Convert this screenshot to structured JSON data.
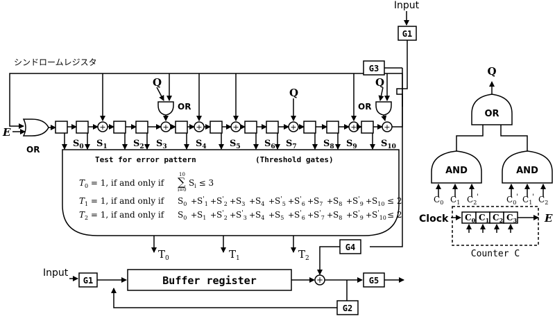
{
  "labels": {
    "input_top": "Input",
    "input_left": "Input",
    "g1": "G1",
    "g2": "G2",
    "g3": "G3",
    "g4": "G4",
    "g5": "G5",
    "syndrome_register": "シンドロームレジスタ",
    "e_in": "E",
    "or": "OR",
    "and": "AND",
    "q": "Q",
    "test_title": "Test for error pattern",
    "threshold": "(Threshold gates)",
    "buffer": "Buffer register",
    "clock": "Clock",
    "e_out": "E",
    "counter": "Counter C",
    "plus": "+"
  },
  "syndrome_taps": [
    "S",
    "S",
    "S",
    "S",
    "S",
    "S",
    "S",
    "S",
    "S",
    "S",
    "S"
  ],
  "syndrome_subscripts": [
    "0",
    "1",
    "2",
    "3",
    "4",
    "5",
    "6",
    "7",
    "8",
    "9",
    "10"
  ],
  "conditions": {
    "t0": {
      "lhs": "T",
      "sub": "0",
      "eq": " = 1, if and only if ",
      "sum_top": "10",
      "sum_bot": "i=0",
      "term": "S",
      "term_sub": "i",
      "rhs": " ≤ 3"
    },
    "t1": {
      "lhs": "T",
      "sub": "1",
      "eq": " = 1, if and only if ",
      "rhs": " ≤ 2",
      "terms": [
        {
          "s": "S",
          "p": "",
          "i": "0"
        },
        {
          "s": "S",
          "p": "'",
          "i": "1"
        },
        {
          "s": "S",
          "p": "'",
          "i": "2"
        },
        {
          "s": "S",
          "p": "",
          "i": "3"
        },
        {
          "s": "S",
          "p": "",
          "i": "4"
        },
        {
          "s": "S",
          "p": "'",
          "i": "5"
        },
        {
          "s": "S",
          "p": "'",
          "i": "6"
        },
        {
          "s": "S",
          "p": "",
          "i": "7"
        },
        {
          "s": "S",
          "p": "",
          "i": "8"
        },
        {
          "s": "S",
          "p": "'",
          "i": "9"
        },
        {
          "s": "S",
          "p": "",
          "i": "10"
        }
      ]
    },
    "t2": {
      "lhs": "T",
      "sub": "2",
      "eq": " = 1, if and only if ",
      "rhs": " ≤ 2",
      "terms": [
        {
          "s": "S",
          "p": "",
          "i": "0"
        },
        {
          "s": "S",
          "p": "",
          "i": "1"
        },
        {
          "s": "S",
          "p": "'",
          "i": "2"
        },
        {
          "s": "S",
          "p": "'",
          "i": "3"
        },
        {
          "s": "S",
          "p": "",
          "i": "4"
        },
        {
          "s": "S",
          "p": "",
          "i": "5"
        },
        {
          "s": "S",
          "p": "'",
          "i": "6"
        },
        {
          "s": "S",
          "p": "'",
          "i": "7"
        },
        {
          "s": "S",
          "p": "",
          "i": "8"
        },
        {
          "s": "S",
          "p": "'",
          "i": "9"
        },
        {
          "s": "S",
          "p": "'",
          "i": "10"
        }
      ]
    }
  },
  "outputs": [
    {
      "t": "T",
      "sub": "0"
    },
    {
      "t": "T",
      "sub": "1"
    },
    {
      "t": "T",
      "sub": "2"
    }
  ],
  "and_left_inputs": [
    {
      "c": "C",
      "sub": "0",
      "prime": ""
    },
    {
      "c": "C",
      "sub": "1",
      "prime": ""
    },
    {
      "c": "C",
      "sub": "2",
      "prime": "'"
    }
  ],
  "and_right_inputs": [
    {
      "c": "C",
      "sub": "0",
      "prime": "'"
    },
    {
      "c": "C",
      "sub": "1",
      "prime": "'"
    },
    {
      "c": "C",
      "sub": "2",
      "prime": ""
    }
  ],
  "counter_cells": [
    {
      "c": "C",
      "sub": "0"
    },
    {
      "c": "C",
      "sub": "1"
    },
    {
      "c": "C",
      "sub": "2"
    },
    {
      "c": "C",
      "sub": "3"
    }
  ]
}
